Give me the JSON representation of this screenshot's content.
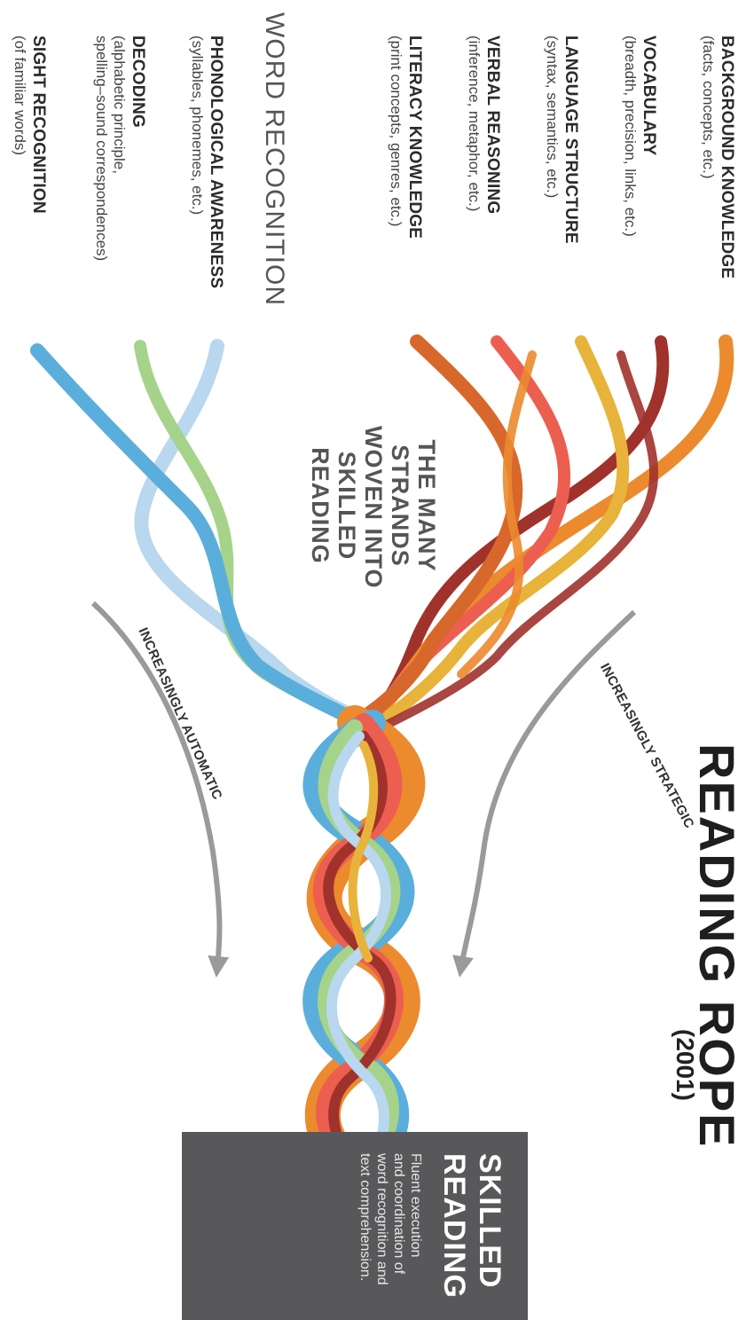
{
  "title": "READING ROPE",
  "year": "(2001)",
  "language_comprehension": [
    {
      "label": "BACKGROUND KNOWLEDGE",
      "detail": "(facts, concepts, etc.)"
    },
    {
      "label": "VOCABULARY",
      "detail": "(breadth, precision, links, etc.)"
    },
    {
      "label": "LANGUAGE STRUCTURE",
      "detail": "(syntax, semantics, etc.)"
    },
    {
      "label": "VERBAL REASONING",
      "detail": "(inference, metaphor, etc.)"
    },
    {
      "label": "LITERACY KNOWLEDGE",
      "detail": "(print concepts, genres, etc.)"
    }
  ],
  "word_recognition": {
    "heading": "WORD RECOGNITION",
    "items": [
      {
        "label": "PHONOLOGICAL AWARENESS",
        "detail": "(syllables, phonemes, etc.)"
      },
      {
        "label": "DECODING",
        "detail_line1": "(alphabetic principle,",
        "detail_line2": "spelling–sound correspondences)"
      },
      {
        "label": "SIGHT RECOGNITION",
        "detail": "(of familiar words)"
      }
    ]
  },
  "strands_caption": [
    "THE MANY",
    "STRANDS",
    "WOVEN INTO",
    "SKILLED",
    "READING"
  ],
  "arrows": {
    "strategic": "INCREASINGLY STRATEGIC",
    "automatic": "INCREASINGLY AUTOMATIC"
  },
  "skilled_reading": {
    "title_line1": "SKILLED",
    "title_line2": "READING",
    "desc_lines": [
      "Fluent execution",
      "and coordination of",
      "word recognition and",
      "text comprehension."
    ]
  },
  "colors": {
    "dark_red": "#a0322c",
    "orange": "#ec8a2e",
    "gold": "#e8b33a",
    "coral": "#ec5f50",
    "rust": "#d8672c",
    "light_blue": "#b9d7ee",
    "green": "#a6d38a",
    "blue": "#5aaedb",
    "box": "#58585a",
    "arrow": "#9a9a9a"
  }
}
